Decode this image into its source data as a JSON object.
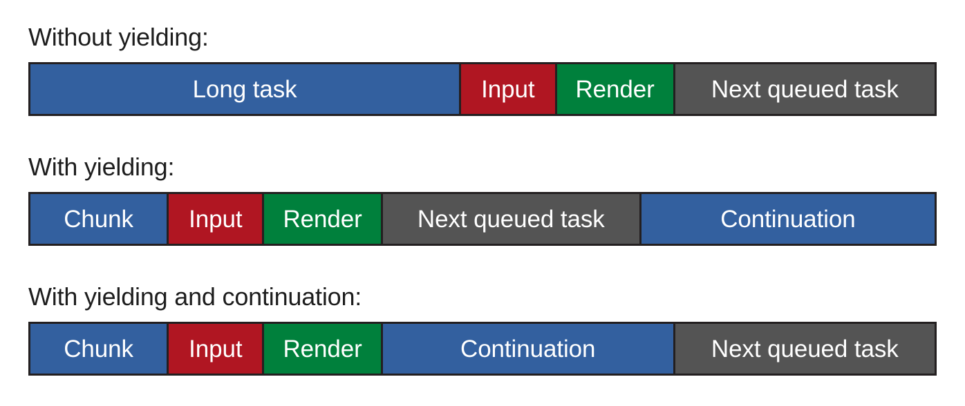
{
  "palette": {
    "task_blue": "#33609f",
    "input_red": "#b01622",
    "render_green": "#00803c",
    "queued_gray": "#545454",
    "outline": "#231f20",
    "text_dark": "#1d1d1d",
    "label_white": "#ffffff",
    "background": "#ffffff"
  },
  "rows": [
    {
      "caption": "Without yielding:",
      "segments": [
        {
          "label": "Long task",
          "color_key": "task_blue",
          "width_pct": 47.64
        },
        {
          "label": "Input",
          "color_key": "input_red",
          "width_pct": 10.58
        },
        {
          "label": "Render",
          "color_key": "render_green",
          "width_pct": 13.09
        },
        {
          "label": "Next queued task",
          "color_key": "queued_gray",
          "width_pct": 28.69
        }
      ]
    },
    {
      "caption": "With yielding:",
      "segments": [
        {
          "label": "Chunk",
          "color_key": "task_blue",
          "width_pct": 15.3
        },
        {
          "label": "Input",
          "color_key": "input_red",
          "width_pct": 10.58
        },
        {
          "label": "Render",
          "color_key": "render_green",
          "width_pct": 13.09
        },
        {
          "label": "Next queued task",
          "color_key": "queued_gray",
          "width_pct": 28.61
        },
        {
          "label": "Continuation",
          "color_key": "task_blue",
          "width_pct": 32.42
        }
      ]
    },
    {
      "caption": "With yielding and continuation:",
      "segments": [
        {
          "label": "Chunk",
          "color_key": "task_blue",
          "width_pct": 15.3
        },
        {
          "label": "Input",
          "color_key": "input_red",
          "width_pct": 10.58
        },
        {
          "label": "Render",
          "color_key": "render_green",
          "width_pct": 13.09
        },
        {
          "label": "Continuation",
          "color_key": "task_blue",
          "width_pct": 32.34
        },
        {
          "label": "Next queued task",
          "color_key": "queued_gray",
          "width_pct": 28.69
        }
      ]
    }
  ]
}
